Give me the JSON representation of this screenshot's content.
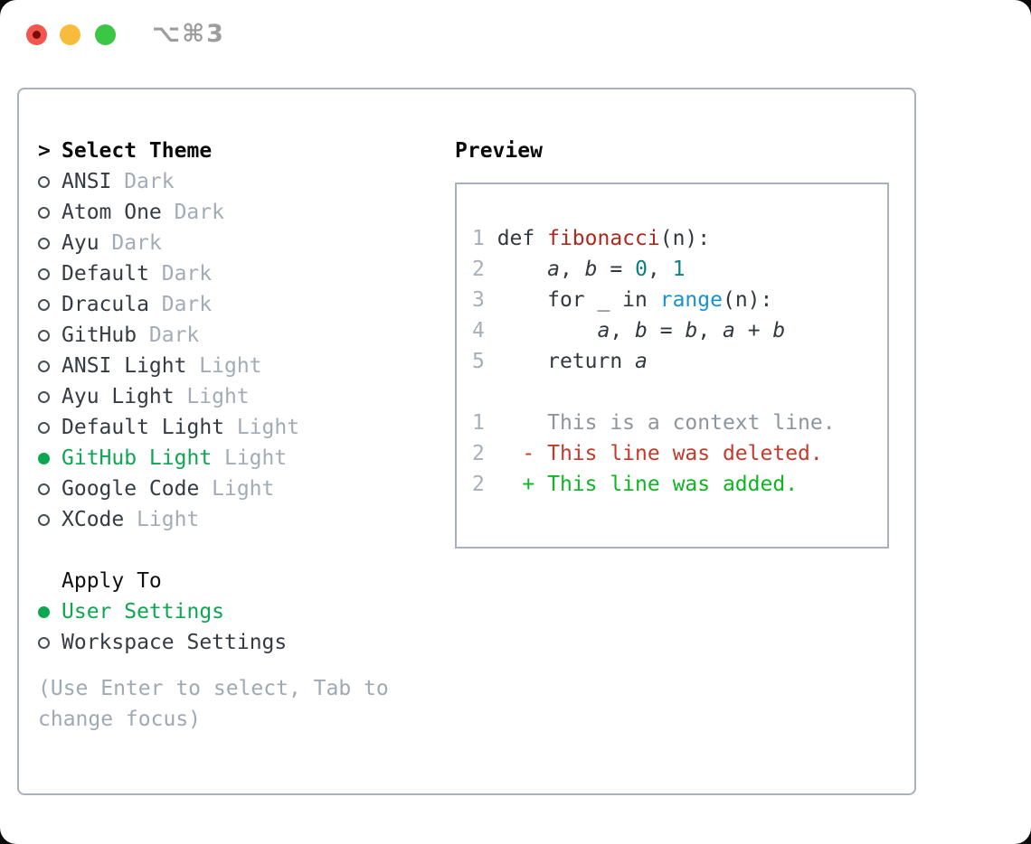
{
  "window": {
    "shortcut": "⌥⌘3"
  },
  "theme_picker": {
    "cursor": ">",
    "title": "Select Theme",
    "themes": [
      {
        "name": "ANSI",
        "variant": "Dark",
        "selected": false
      },
      {
        "name": "Atom One",
        "variant": "Dark",
        "selected": false
      },
      {
        "name": "Ayu",
        "variant": "Dark",
        "selected": false
      },
      {
        "name": "Default",
        "variant": "Dark",
        "selected": false
      },
      {
        "name": "Dracula",
        "variant": "Dark",
        "selected": false
      },
      {
        "name": "GitHub",
        "variant": "Dark",
        "selected": false
      },
      {
        "name": "ANSI Light",
        "variant": "Light",
        "selected": false
      },
      {
        "name": "Ayu Light",
        "variant": "Light",
        "selected": false
      },
      {
        "name": "Default Light",
        "variant": "Light",
        "selected": false
      },
      {
        "name": "GitHub Light",
        "variant": "Light",
        "selected": true
      },
      {
        "name": "Google Code",
        "variant": "Light",
        "selected": false
      },
      {
        "name": "XCode",
        "variant": "Light",
        "selected": false
      }
    ],
    "apply_to": {
      "title": "Apply To",
      "options": [
        {
          "label": "User Settings",
          "selected": true
        },
        {
          "label": "Workspace Settings",
          "selected": false
        }
      ]
    },
    "hint": "(Use Enter to select, Tab to change focus)"
  },
  "preview": {
    "title": "Preview",
    "code_lines": [
      {
        "num": "1",
        "tokens": [
          [
            "t",
            "def "
          ],
          [
            "fn",
            "fibonacci"
          ],
          [
            "t",
            "(n):"
          ]
        ]
      },
      {
        "num": "2",
        "tokens": [
          [
            "t",
            "    "
          ],
          [
            "v",
            "a"
          ],
          [
            "t",
            ", "
          ],
          [
            "v",
            "b"
          ],
          [
            "t",
            " = "
          ],
          [
            "n",
            "0"
          ],
          [
            "t",
            ", "
          ],
          [
            "n",
            "1"
          ]
        ]
      },
      {
        "num": "3",
        "tokens": [
          [
            "t",
            "    for _ in "
          ],
          [
            "b",
            "range"
          ],
          [
            "t",
            "(n):"
          ]
        ]
      },
      {
        "num": "4",
        "tokens": [
          [
            "t",
            "        "
          ],
          [
            "v",
            "a"
          ],
          [
            "t",
            ", "
          ],
          [
            "v",
            "b"
          ],
          [
            "t",
            " = "
          ],
          [
            "v",
            "b"
          ],
          [
            "t",
            ", "
          ],
          [
            "v",
            "a"
          ],
          [
            "t",
            " + "
          ],
          [
            "v",
            "b"
          ]
        ]
      },
      {
        "num": "5",
        "tokens": [
          [
            "t",
            "    return "
          ],
          [
            "v",
            "a"
          ]
        ]
      }
    ],
    "diff_lines": [
      {
        "num": "1",
        "marker": " ",
        "kind": "context",
        "text": "This is a context line."
      },
      {
        "num": "2",
        "marker": "-",
        "kind": "deleted",
        "text": "This line was deleted."
      },
      {
        "num": "2",
        "marker": "+",
        "kind": "added",
        "text": "This line was added."
      }
    ]
  },
  "colors": {
    "selected_green": "#0ca750",
    "added_green": "#0db622",
    "deleted_red": "#c5392b",
    "function_red": "#ab2a1e",
    "number_teal": "#0c7f87",
    "builtin_blue": "#1693cf",
    "muted_gray": "#9fa9b3",
    "border_gray": "#a9b2bc",
    "traffic_red": "#f2564e",
    "traffic_yellow": "#f7bc3d",
    "traffic_green": "#3bc646"
  }
}
